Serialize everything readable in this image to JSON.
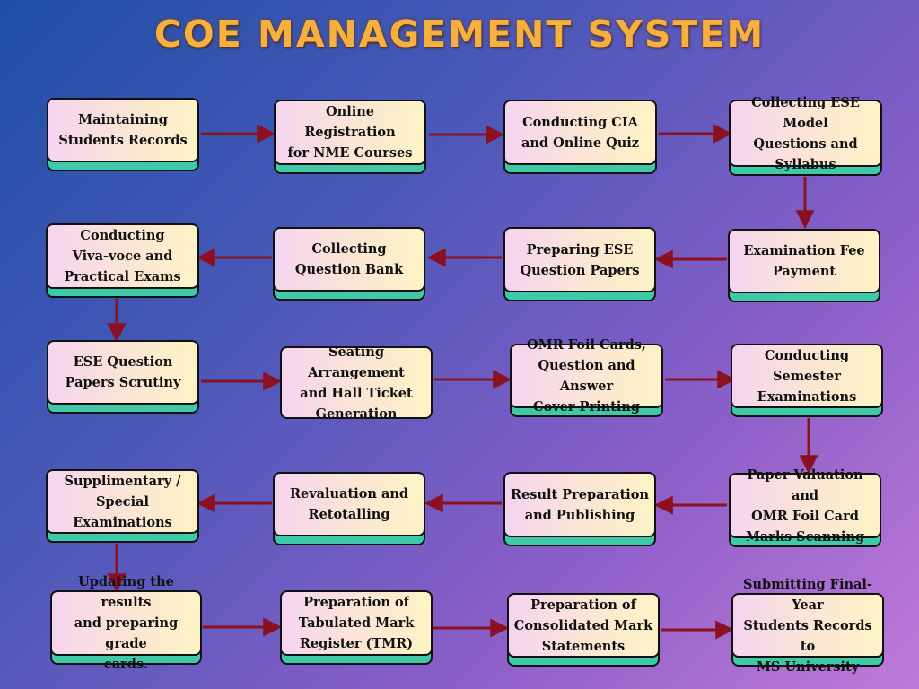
{
  "title": "COE MANAGEMENT SYSTEM",
  "colors": {
    "title": "#f5b040",
    "arrow": "#8b1020",
    "box_shadow": "#3ec9a8"
  },
  "steps": [
    "Maintaining\nStudents Records",
    "Online Registration\nfor NME Courses",
    "Conducting CIA\nand Online Quiz",
    "Collecting ESE Model\nQuestions and\nSyllabus",
    "Examination Fee\nPayment",
    "Preparing ESE\nQuestion Papers",
    "Collecting\nQuestion Bank",
    "Conducting\nViva-voce and\nPractical Exams",
    "ESE Question\nPapers Scrutiny",
    "Seating Arrangement\nand Hall Ticket\nGeneration",
    "OMR Foil Cards,\nQuestion and Answer\nCover Printing",
    "Conducting Semester\nExaminations",
    "Paper Valuation and\nOMR Foil Card\nMarks Scanning",
    "Result Preparation\nand Publishing",
    "Revaluation and\nRetotalling",
    "Supplimentary /\nSpecial\nExaminations",
    "Updating the results\nand preparing grade\ncards.",
    "Preparation of\nTabulated Mark\nRegister (TMR)",
    "Preparation of\nConsolidated Mark\nStatements",
    "Submitting Final-Year\nStudents Records to\nMS University"
  ]
}
